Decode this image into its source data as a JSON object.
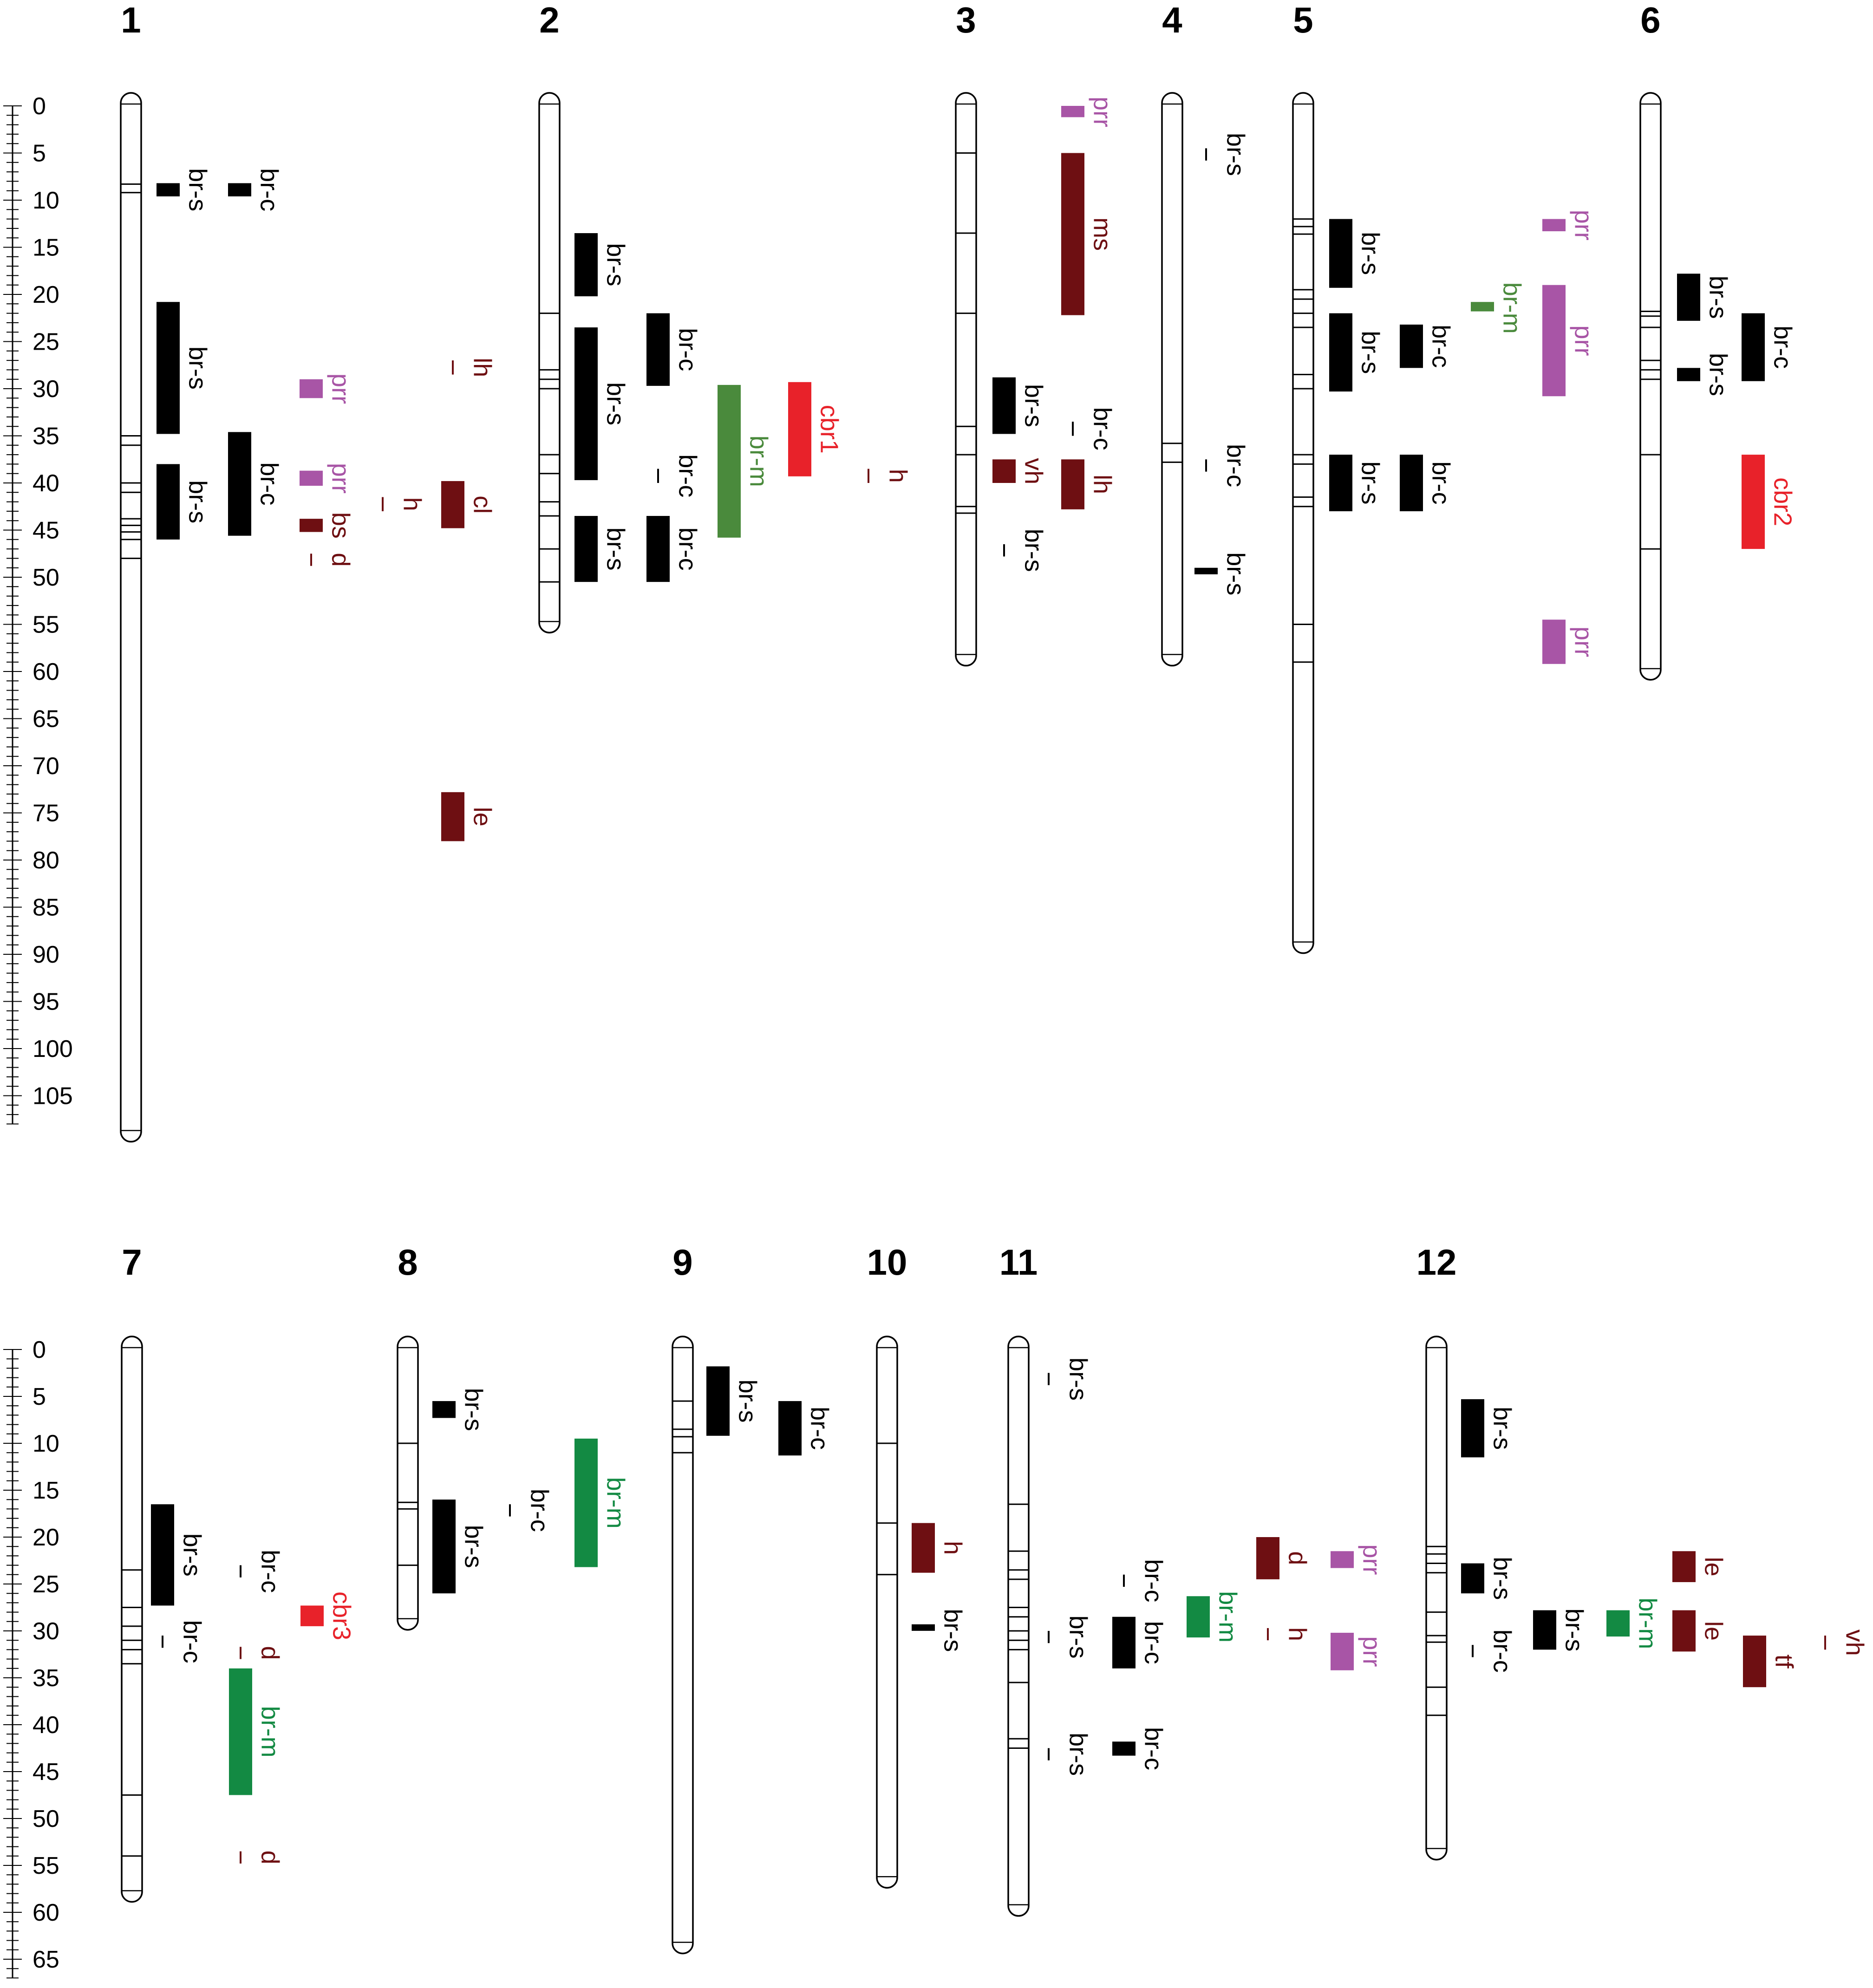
{
  "colors": {
    "br-s": "#000000",
    "br-c": "#000000",
    "br-m": "#4a8a3c",
    "br-m2": "#138a43",
    "prr": "#a855a6",
    "cbr": "#e8222a",
    "trait": "#6e0f12",
    "trait2": "#7a1616"
  },
  "scales": [
    {
      "ticks": [
        0,
        5,
        10,
        15,
        20,
        25,
        30,
        35,
        40,
        45,
        50,
        55,
        60,
        65,
        70,
        75,
        80,
        85,
        90,
        95,
        100,
        105
      ],
      "max": 108
    },
    {
      "ticks": [
        0,
        5,
        10,
        15,
        20,
        25,
        30,
        35,
        40,
        45,
        50,
        55,
        60,
        65
      ],
      "max": 67
    }
  ],
  "chromosomes": [
    {
      "id": "1",
      "row": 0,
      "length": 108.5,
      "lines": [
        8.3,
        9.2,
        35.0,
        36.0,
        40.0,
        41.0,
        43.8,
        44.5,
        45.2,
        46.0,
        48.0
      ],
      "qtls": [
        {
          "name": "br-s",
          "col": 0,
          "start": 8.2,
          "end": 9.6,
          "type": "br-s"
        },
        {
          "name": "br-c",
          "col": 1,
          "start": 8.2,
          "end": 9.6,
          "type": "br-c"
        },
        {
          "name": "br-s",
          "col": 0,
          "start": 20.8,
          "end": 34.8,
          "type": "br-s"
        },
        {
          "name": "br-s",
          "col": 0,
          "start": 38.0,
          "end": 46.0,
          "type": "br-s"
        },
        {
          "name": "br-c",
          "col": 1,
          "start": 34.6,
          "end": 45.6,
          "type": "br-c"
        },
        {
          "name": "prr",
          "col": 2,
          "start": 29.0,
          "end": 31.0,
          "type": "prr"
        },
        {
          "name": "prr",
          "col": 2,
          "start": 38.7,
          "end": 40.3,
          "type": "prr"
        },
        {
          "name": "bs",
          "col": 2,
          "start": 43.8,
          "end": 45.2,
          "type": "trait",
          "labelSide": "right"
        },
        {
          "name": "d",
          "col": 2,
          "start": 47.5,
          "end": 48.8,
          "type": "trait",
          "tick": true
        },
        {
          "name": "lh",
          "col": 4,
          "start": 27.0,
          "end": 28.5,
          "type": "trait",
          "tick": true
        },
        {
          "name": "h",
          "col": 3,
          "start": 41.5,
          "end": 43.0,
          "type": "trait",
          "tick": true
        },
        {
          "name": "cl",
          "col": 4,
          "start": 39.8,
          "end": 44.8,
          "type": "trait"
        },
        {
          "name": "le",
          "col": 4,
          "start": 72.8,
          "end": 78.0,
          "type": "trait"
        }
      ]
    },
    {
      "id": "2",
      "row": 0,
      "length": 54.5,
      "lines": [
        22.0,
        28.0,
        29.0,
        30.0,
        37.0,
        39.0,
        42.0,
        43.5,
        47.0,
        50.5
      ],
      "qtls": [
        {
          "name": "br-s",
          "col": 0,
          "start": 13.5,
          "end": 20.2,
          "type": "br-s"
        },
        {
          "name": "br-s",
          "col": 0,
          "start": 23.5,
          "end": 39.7,
          "type": "br-s"
        },
        {
          "name": "br-s",
          "col": 0,
          "start": 43.5,
          "end": 50.5,
          "type": "br-s"
        },
        {
          "name": "br-c",
          "col": 1,
          "start": 22.0,
          "end": 29.7,
          "type": "br-c"
        },
        {
          "name": "br-c",
          "col": 1,
          "start": 38.5,
          "end": 40.0,
          "type": "br-c",
          "tick": true
        },
        {
          "name": "br-c",
          "col": 1,
          "start": 43.5,
          "end": 50.5,
          "type": "br-c"
        },
        {
          "name": "br-m",
          "col": 2,
          "start": 29.6,
          "end": 45.8,
          "type": "br-m"
        },
        {
          "name": "cbr1",
          "col": 3,
          "start": 29.3,
          "end": 39.3,
          "type": "cbr"
        },
        {
          "name": "h",
          "col": 4,
          "start": 38.5,
          "end": 40.0,
          "type": "trait",
          "tick": true
        }
      ]
    },
    {
      "id": "3",
      "row": 0,
      "length": 58.0,
      "lines": [
        5.0,
        13.5,
        22.0,
        34.0,
        37.0,
        42.5,
        43.2
      ],
      "qtls": [
        {
          "name": "prr",
          "col": 1,
          "start": 0.0,
          "end": 1.2,
          "type": "prr"
        },
        {
          "name": "ms",
          "col": 1,
          "start": 5.0,
          "end": 22.2,
          "type": "trait"
        },
        {
          "name": "br-s",
          "col": 0,
          "start": 28.8,
          "end": 34.8,
          "type": "br-s"
        },
        {
          "name": "vh",
          "col": 0,
          "start": 37.5,
          "end": 40.0,
          "type": "trait"
        },
        {
          "name": "br-c",
          "col": 1,
          "start": 33.5,
          "end": 35.0,
          "type": "br-c",
          "tick": true
        },
        {
          "name": "lh",
          "col": 1,
          "start": 37.5,
          "end": 42.8,
          "type": "trait"
        },
        {
          "name": "br-s",
          "col": 0,
          "start": 46.5,
          "end": 47.8,
          "type": "br-s",
          "tick": true
        }
      ]
    },
    {
      "id": "4",
      "row": 0,
      "length": 58.0,
      "lines": [
        35.8,
        37.8
      ],
      "qtls": [
        {
          "name": "br-s",
          "col": 0,
          "start": 4.5,
          "end": 5.8,
          "type": "br-s",
          "tick": true
        },
        {
          "name": "br-c",
          "col": 0,
          "start": 37.5,
          "end": 38.8,
          "type": "br-c",
          "tick": true
        },
        {
          "name": "br-s",
          "col": 0,
          "start": 49.0,
          "end": 49.6,
          "type": "br-s"
        }
      ]
    },
    {
      "id": "5",
      "row": 0,
      "length": 88.5,
      "lines": [
        12.0,
        12.8,
        13.6,
        19.5,
        20.5,
        22.0,
        23.5,
        28.5,
        30.0,
        37.0,
        38.0,
        41.5,
        42.5,
        55.0,
        59.0
      ],
      "qtls": [
        {
          "name": "br-s",
          "col": 0,
          "start": 12.0,
          "end": 19.3,
          "type": "br-s"
        },
        {
          "name": "br-s",
          "col": 0,
          "start": 22.0,
          "end": 30.3,
          "type": "br-s"
        },
        {
          "name": "br-s",
          "col": 0,
          "start": 37.0,
          "end": 43.0,
          "type": "br-s"
        },
        {
          "name": "br-c",
          "col": 1,
          "start": 23.2,
          "end": 27.8,
          "type": "br-c"
        },
        {
          "name": "br-c",
          "col": 1,
          "start": 37.0,
          "end": 43.0,
          "type": "br-c"
        },
        {
          "name": "br-m",
          "col": 2,
          "start": 20.8,
          "end": 21.8,
          "type": "br-m"
        },
        {
          "name": "prr",
          "col": 3,
          "start": 12.0,
          "end": 13.3,
          "type": "prr"
        },
        {
          "name": "prr",
          "col": 3,
          "start": 19.0,
          "end": 30.8,
          "type": "prr"
        },
        {
          "name": "prr",
          "col": 3,
          "start": 54.5,
          "end": 59.2,
          "type": "prr"
        }
      ]
    },
    {
      "id": "6",
      "row": 0,
      "length": 59.5,
      "lines": [
        21.8,
        22.3,
        23.5,
        27.0,
        28.0,
        29.0,
        37.0,
        47.0
      ],
      "qtls": [
        {
          "name": "br-s",
          "col": 0,
          "start": 17.8,
          "end": 22.8,
          "type": "br-s"
        },
        {
          "name": "br-s",
          "col": 0,
          "start": 27.8,
          "end": 29.2,
          "type": "br-s"
        },
        {
          "name": "br-c",
          "col": 1,
          "start": 22.0,
          "end": 29.2,
          "type": "br-c"
        },
        {
          "name": "cbr2",
          "col": 1,
          "start": 37.0,
          "end": 47.0,
          "type": "cbr"
        }
      ]
    },
    {
      "id": "7",
      "row": 1,
      "length": 57.5,
      "lines": [
        23.5,
        27.5,
        29.5,
        31.0,
        32.0,
        33.5,
        47.5,
        54.0
      ],
      "qtls": [
        {
          "name": "br-s",
          "col": 0,
          "start": 16.5,
          "end": 27.3,
          "type": "br-s"
        },
        {
          "name": "br-c",
          "col": 1,
          "start": 23.0,
          "end": 24.3,
          "type": "br-c",
          "tick": true
        },
        {
          "name": "br-c",
          "col": 0,
          "start": 30.5,
          "end": 31.8,
          "type": "br-c",
          "tick": true
        },
        {
          "name": "d",
          "col": 1,
          "start": 31.7,
          "end": 33.0,
          "type": "trait",
          "tick": true
        },
        {
          "name": "br-m",
          "col": 1,
          "start": 34.0,
          "end": 47.5,
          "type": "br-m2"
        },
        {
          "name": "d",
          "col": 1,
          "start": 53.5,
          "end": 54.8,
          "type": "trait",
          "tick": true
        },
        {
          "name": "cbr3",
          "col": 2,
          "start": 27.3,
          "end": 29.5,
          "type": "cbr"
        }
      ]
    },
    {
      "id": "8",
      "row": 1,
      "length": 28.5,
      "lines": [
        10.0,
        16.3,
        17.0,
        23.0
      ],
      "qtls": [
        {
          "name": "br-s",
          "col": 0,
          "start": 5.5,
          "end": 7.3,
          "type": "br-s"
        },
        {
          "name": "br-s",
          "col": 0,
          "start": 16.0,
          "end": 26.0,
          "type": "br-s"
        },
        {
          "name": "br-c",
          "col": 1,
          "start": 16.5,
          "end": 17.8,
          "type": "br-c",
          "tick": true
        },
        {
          "name": "br-m",
          "col": 2,
          "start": 9.5,
          "end": 23.2,
          "type": "br-m2"
        }
      ]
    },
    {
      "id": "9",
      "row": 1,
      "length": 63.0,
      "lines": [
        5.5,
        8.5,
        9.3,
        11.0
      ],
      "qtls": [
        {
          "name": "br-s",
          "col": 0,
          "start": 1.8,
          "end": 9.2,
          "type": "br-s"
        },
        {
          "name": "br-c",
          "col": 1,
          "start": 5.5,
          "end": 11.3,
          "type": "br-c"
        }
      ]
    },
    {
      "id": "10",
      "row": 1,
      "length": 56.0,
      "lines": [
        10.0,
        18.5,
        24.0
      ],
      "qtls": [
        {
          "name": "h",
          "col": 0,
          "start": 18.5,
          "end": 23.8,
          "type": "trait"
        },
        {
          "name": "br-s",
          "col": 0,
          "start": 29.3,
          "end": 29.9,
          "type": "br-s"
        }
      ]
    },
    {
      "id": "11",
      "row": 1,
      "length": 59.0,
      "lines": [
        16.5,
        21.5,
        23.5,
        24.5,
        27.5,
        28.5,
        30.0,
        31.0,
        32.0,
        35.5,
        41.5,
        42.5
      ],
      "qtls": [
        {
          "name": "br-s",
          "col": 0,
          "start": 2.5,
          "end": 3.8,
          "type": "br-s",
          "tick": true
        },
        {
          "name": "br-c",
          "col": 1,
          "start": 24.0,
          "end": 25.3,
          "type": "br-c",
          "tick": true
        },
        {
          "name": "br-s",
          "col": 0,
          "start": 30.0,
          "end": 31.3,
          "type": "br-s",
          "tick": true
        },
        {
          "name": "br-c",
          "col": 1,
          "start": 28.5,
          "end": 34.0,
          "type": "br-c"
        },
        {
          "name": "br-s",
          "col": 0,
          "start": 42.5,
          "end": 43.8,
          "type": "br-s",
          "tick": true
        },
        {
          "name": "br-c",
          "col": 1,
          "start": 41.8,
          "end": 43.3,
          "type": "br-c"
        },
        {
          "name": "br-m",
          "col": 2,
          "start": 26.3,
          "end": 30.7,
          "type": "br-m2"
        },
        {
          "name": "d",
          "col": 3,
          "start": 20.0,
          "end": 24.5,
          "type": "trait"
        },
        {
          "name": "h",
          "col": 3,
          "start": 29.7,
          "end": 31.0,
          "type": "trait",
          "tick": true
        },
        {
          "name": "prr",
          "col": 4,
          "start": 21.5,
          "end": 23.3,
          "type": "prr"
        },
        {
          "name": "prr",
          "col": 4,
          "start": 30.2,
          "end": 34.2,
          "type": "prr"
        }
      ]
    },
    {
      "id": "12",
      "row": 1,
      "length": 53.0,
      "lines": [
        21.0,
        21.8,
        22.8,
        23.8,
        28.0,
        30.5,
        31.2,
        36.0,
        39.0
      ],
      "qtls": [
        {
          "name": "br-s",
          "col": 0,
          "start": 5.3,
          "end": 11.5,
          "type": "br-s"
        },
        {
          "name": "br-s",
          "col": 0,
          "start": 22.8,
          "end": 26.0,
          "type": "br-s"
        },
        {
          "name": "br-c",
          "col": 0,
          "start": 31.5,
          "end": 32.8,
          "type": "br-c",
          "tick": true
        },
        {
          "name": "br-s",
          "col": 1,
          "start": 27.8,
          "end": 32.0,
          "type": "br-s"
        },
        {
          "name": "br-m",
          "col": 2,
          "start": 27.8,
          "end": 30.6,
          "type": "br-m2"
        },
        {
          "name": "le",
          "col": 3,
          "start": 21.5,
          "end": 24.8,
          "type": "trait"
        },
        {
          "name": "le",
          "col": 3,
          "start": 27.8,
          "end": 32.2,
          "type": "trait"
        },
        {
          "name": "tf",
          "col": 4,
          "start": 30.5,
          "end": 36.0,
          "type": "trait"
        },
        {
          "name": "vh",
          "col": 5,
          "start": 30.5,
          "end": 32.0,
          "type": "trait",
          "tick": true
        }
      ]
    }
  ]
}
